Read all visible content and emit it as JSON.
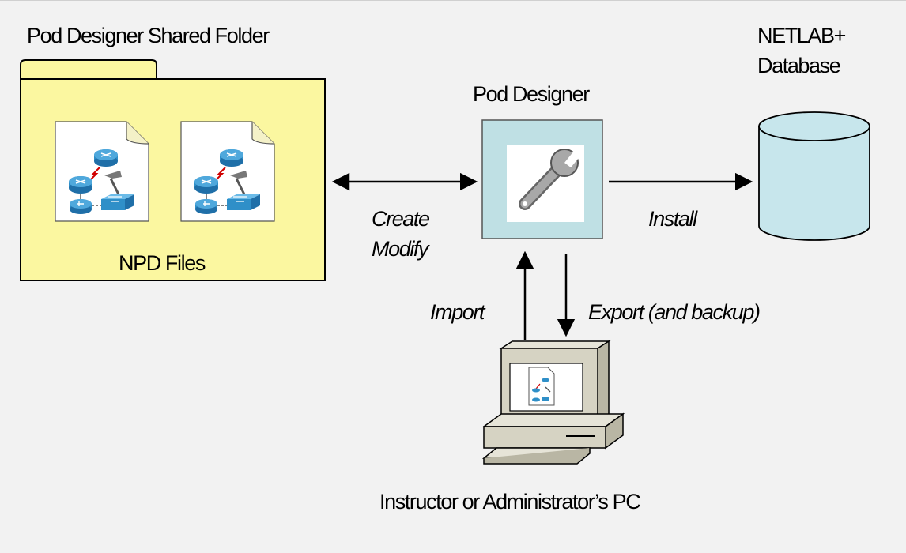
{
  "labels": {
    "shared_folder": "Pod Designer Shared Folder",
    "npd_files": "NPD Files",
    "pod_designer": "Pod Designer",
    "database_line1": "NETLAB+",
    "database_line2": "Database",
    "create": "Create",
    "modify": "Modify",
    "install": "Install",
    "import": "Import",
    "export": "Export (and backup)",
    "pc": "Instructor or Administrator’s PC"
  },
  "colors": {
    "folder_fill": "#fbf7a0",
    "pod_fill": "#bfe0e4",
    "db_fill": "#c7e6ec",
    "pc_fill": "#d6d3c3",
    "device_blue": "#2f8fc8"
  },
  "icons": {
    "folder": "folder-icon",
    "document": "npd-document-icon",
    "wrench": "wrench-icon",
    "database": "database-cylinder-icon",
    "computer": "computer-icon"
  }
}
